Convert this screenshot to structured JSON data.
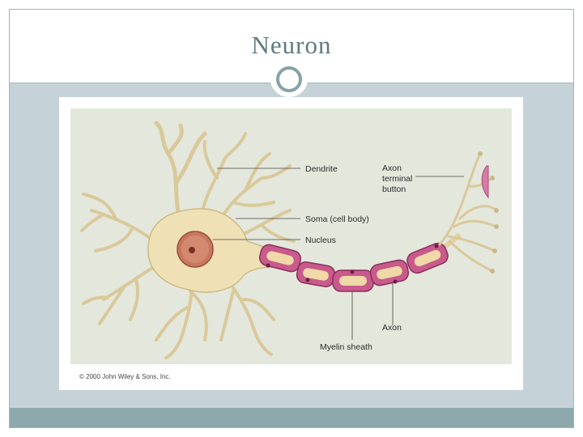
{
  "slide": {
    "title": "Neuron"
  },
  "figure": {
    "labels": {
      "dendrite": "Dendrite",
      "soma": "Soma (cell body)",
      "nucleus": "Nucleus",
      "axon_terminal_1": "Axon",
      "axon_terminal_2": "terminal",
      "axon_terminal_3": "button",
      "axon": "Axon",
      "myelin": "Myelin sheath"
    },
    "copyright": "© 2000 John Wiley & Sons, Inc."
  },
  "colors": {
    "slide_bg": "#c5d3d9",
    "title_text": "#5e7a80",
    "accent": "#86a2a8",
    "figure_panel": "#e4e7dc",
    "cell_body": "#efe0b6",
    "nucleus": "#c9765e",
    "myelin": "#c85a8c"
  }
}
